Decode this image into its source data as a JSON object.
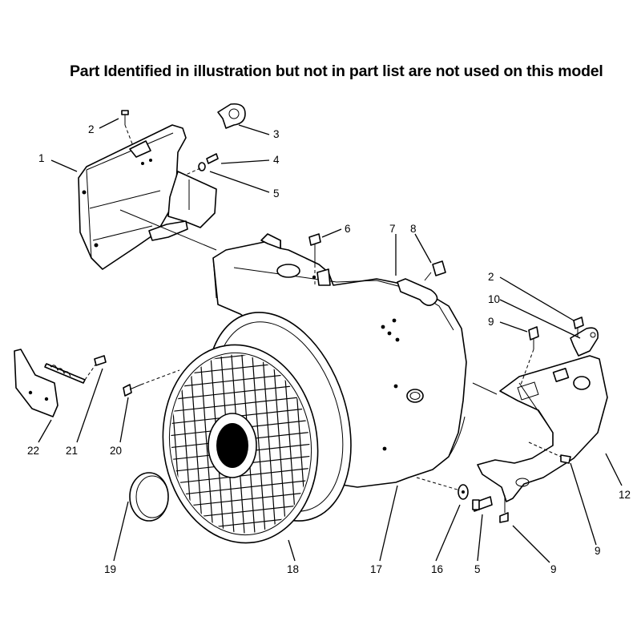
{
  "header": {
    "note": "Part Identified in illustration but not in part list are not used on this model"
  },
  "callouts": [
    "1",
    "2",
    "3",
    "4",
    "5",
    "6",
    "7",
    "8",
    "2",
    "10",
    "9",
    "12",
    "9",
    "9",
    "5",
    "16",
    "17",
    "18",
    "19",
    "20",
    "21",
    "22"
  ]
}
